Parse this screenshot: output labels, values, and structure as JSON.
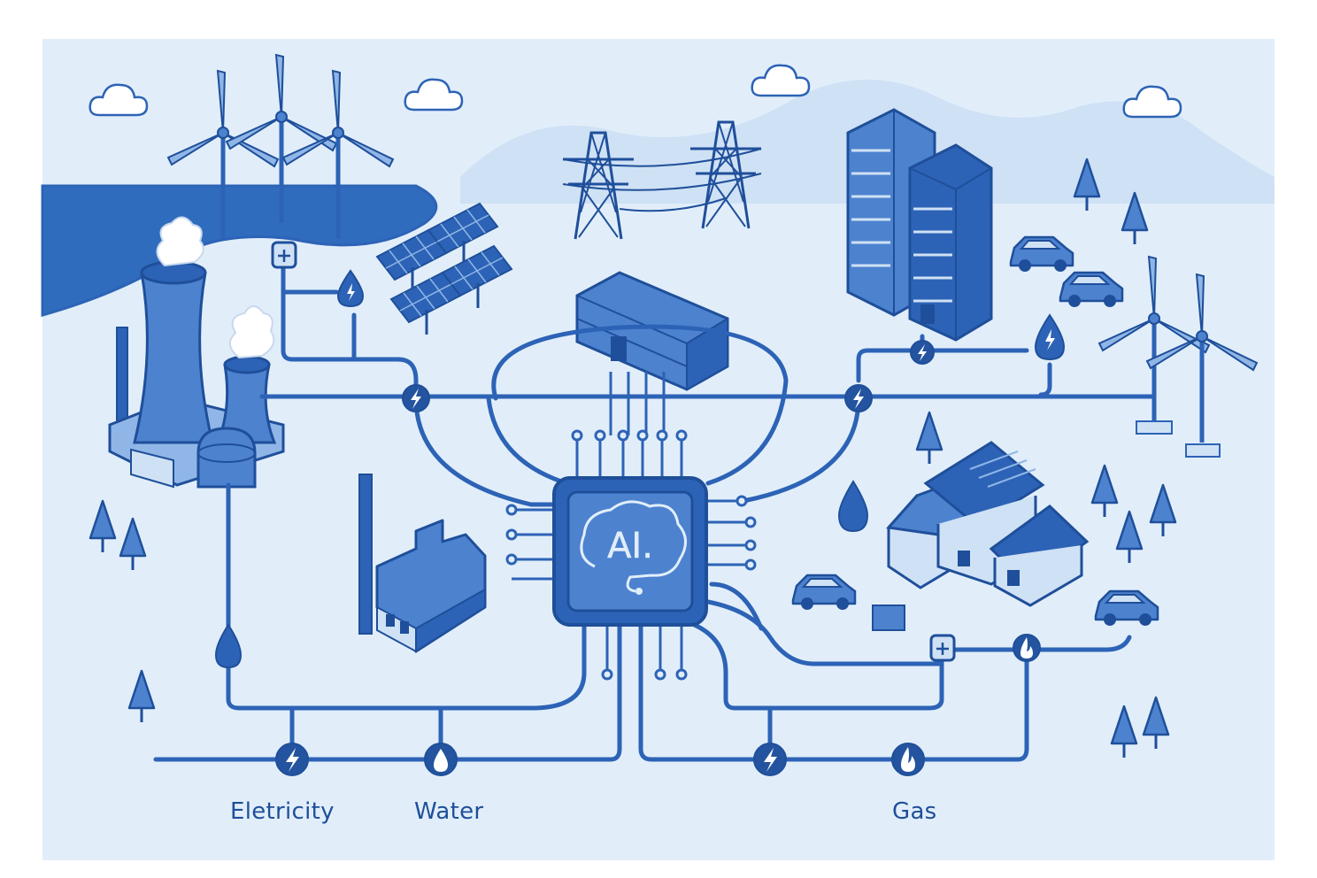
{
  "chip": {
    "text": "AI."
  },
  "legend": {
    "electricity": "Eletricity",
    "water": "Water",
    "gas": "Gas"
  },
  "icons": {
    "electricity": "lightning-bolt-icon",
    "water": "water-drop-icon",
    "gas": "gas-flame-icon",
    "junction": "plus-junction-icon"
  },
  "colors": {
    "background": "#e1eefa",
    "frame": "#ffffff",
    "hill": "#cfe1f5",
    "water_body": "#2f6cbd",
    "line": "#2d63b6",
    "dark": "#1f4f9a",
    "fill_mid": "#4d82cf",
    "fill_light": "#8fb6e6",
    "node": "#24549f"
  }
}
